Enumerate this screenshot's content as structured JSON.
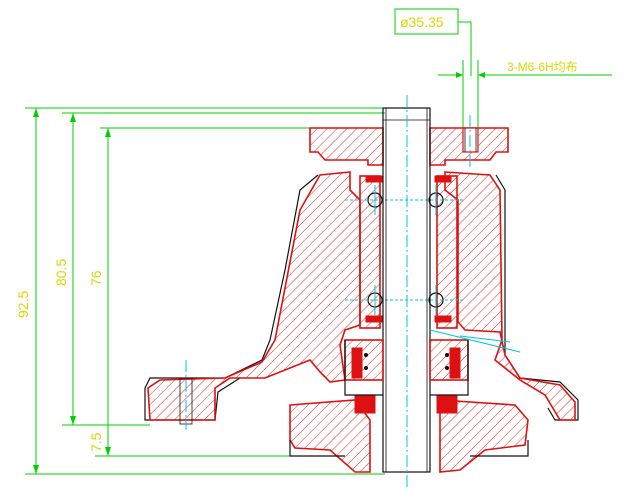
{
  "drawing": {
    "dimensions": {
      "diameter": "ø35.35",
      "thread_note": "3-M6-6H均布",
      "overall_height": "92.5",
      "height_2": "80.5",
      "height_3": "76",
      "base_offset": "7.5"
    },
    "colors": {
      "section_outline": "#dd1111",
      "dimension_lines": "#00d000",
      "dimension_text": "#d8d800",
      "center_lines": "#00c8d8",
      "outline": "#111111"
    }
  }
}
